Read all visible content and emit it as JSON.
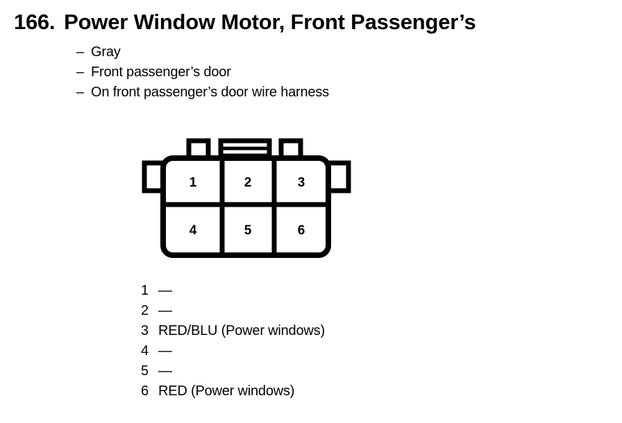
{
  "heading": {
    "number": "166.",
    "title": "Power Window Motor, Front Passenger’s"
  },
  "spec_list": {
    "bullet": "–",
    "items": [
      {
        "text": "Gray"
      },
      {
        "text": "Front passenger’s door"
      },
      {
        "text": "On front passenger’s door wire harness"
      }
    ]
  },
  "connector": {
    "name": "6-pin connector diagram",
    "rows": 2,
    "columns": 3,
    "pins": [
      {
        "number": "1"
      },
      {
        "number": "2"
      },
      {
        "number": "3"
      },
      {
        "number": "4"
      },
      {
        "number": "5"
      },
      {
        "number": "6"
      }
    ],
    "line_color": "#000000",
    "fill_color": "#ffffff"
  },
  "pin_legend": {
    "empty_marker": "—",
    "rows": [
      {
        "number": "1",
        "description": "—"
      },
      {
        "number": "2",
        "description": "—"
      },
      {
        "number": "3",
        "description": "RED/BLU (Power windows)"
      },
      {
        "number": "4",
        "description": "—"
      },
      {
        "number": "5",
        "description": "—"
      },
      {
        "number": "6",
        "description": "RED (Power windows)"
      }
    ]
  }
}
